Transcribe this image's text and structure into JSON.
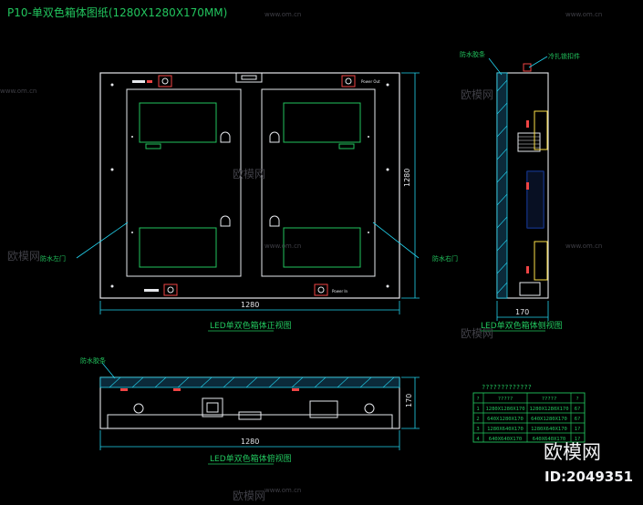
{
  "drawing": {
    "title": "P10-单双色箱体图纸(1280X1280X170MM)",
    "colors": {
      "background": "#000000",
      "green": "#22c55e",
      "white": "#e5e7eb",
      "cyan": "#22d3ee",
      "yellow": "#fde047",
      "red": "#ef4444",
      "blue": "#1d4ed8",
      "magenta": "#d946ef"
    }
  },
  "front_view": {
    "width_label": "1280",
    "height_label": "1280",
    "power_labels": [
      "Power Out",
      "Power In"
    ],
    "door_label_left": "防水左门",
    "door_label_right": "防水右门",
    "caption": "LED单双色箱体正视图"
  },
  "side_view": {
    "label_strip": "防水胶条",
    "label_lock": "冷扎锁扣件",
    "width_label": "170",
    "caption": "LED单双色箱体侧视图"
  },
  "bottom_view": {
    "label_strip": "防水胶条",
    "width_label": "1280",
    "height_label": "170",
    "caption": "LED单双色箱体俯视图"
  },
  "table": {
    "title": "?????????????",
    "headers": [
      "?",
      "?????",
      "?????",
      "?"
    ],
    "rows": [
      [
        "1",
        "1280X1280X170",
        "1280X1280X170",
        "6?"
      ],
      [
        "2",
        "640X1280X170",
        "640X1280X170",
        "6?"
      ],
      [
        "3",
        "1280X640X170",
        "1280X640X170",
        "1?"
      ],
      [
        "4",
        "640X640X170",
        "640X640X170",
        "1?"
      ]
    ]
  },
  "watermark": {
    "site": "www.om.cn",
    "brand": "欧模网",
    "id_text": "ID:2049351"
  }
}
